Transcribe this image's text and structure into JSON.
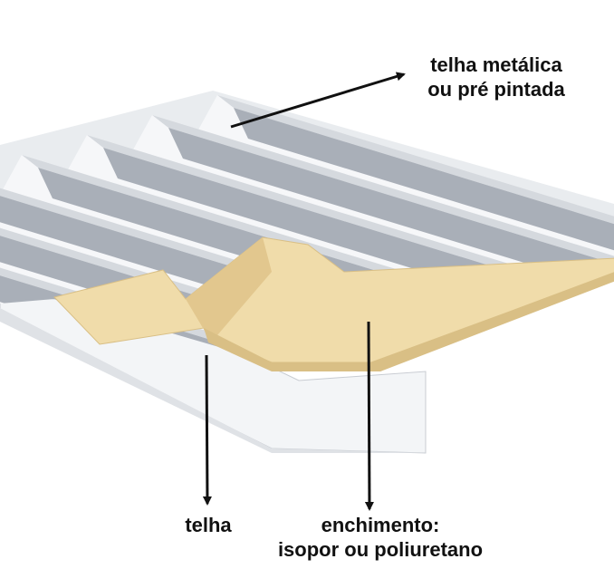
{
  "labels": {
    "top_line1": "telha metálica",
    "top_line2": "ou pré pintada",
    "bottom_left": "telha",
    "bottom_right_line1": "enchimento:",
    "bottom_right_line2": "isopor ou poliuretano"
  },
  "colors": {
    "metal_light": "#eef0f3",
    "metal_dark": "#a9afb8",
    "foam": "#f0dcaa",
    "foam_dark": "#d9bf85",
    "arrow": "#111111"
  }
}
